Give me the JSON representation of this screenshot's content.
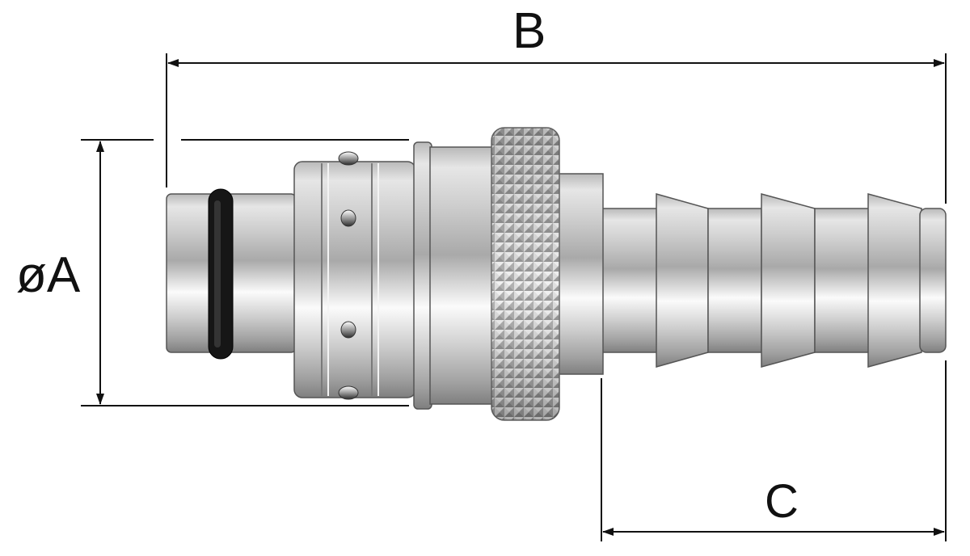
{
  "dimensions": {
    "overall_length_label": "B",
    "hose_barb_length_label": "C",
    "outer_diameter_label": "øA"
  },
  "colors": {
    "metal_dark": "#8e8e8e",
    "metal_light": "#f4f4f4",
    "oring": "#151515",
    "dimension_line": "#111111"
  },
  "parts": [
    "quick-coupling-plug",
    "o-ring",
    "locking-balls",
    "knurled-nut",
    "hose-barb"
  ]
}
